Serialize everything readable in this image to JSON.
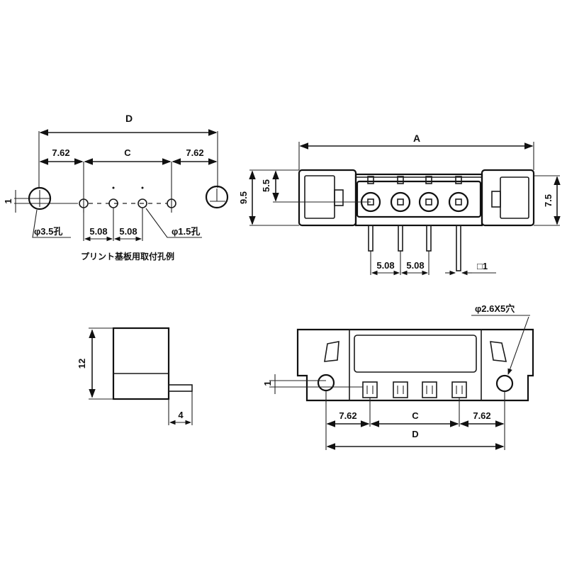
{
  "views": {
    "pcb_layout": {
      "dim_overall": "D",
      "dim_left_offset": "7.62",
      "dim_center": "C",
      "dim_right_offset": "7.62",
      "dim_pitch_1": "5.08",
      "dim_pitch_2": "5.08",
      "mount_hole_label": "φ3.5孔",
      "pin_hole_label": "φ1.5孔",
      "offset_label": "1",
      "caption": "プリント基板用取付孔例"
    },
    "front_view": {
      "dim_overall": "A",
      "dim_height": "9.5",
      "dim_pin_height": "5.5",
      "dim_right_height": "7.5",
      "dim_pitch_1": "5.08",
      "dim_pitch_2": "5.08",
      "pin_size_label": "□1",
      "pin_count": 4
    },
    "side_view": {
      "dim_height": "12",
      "dim_pin_length": "4"
    },
    "bottom_view": {
      "hole_label": "φ2.6X5穴",
      "offset_label": "1",
      "dim_left_offset": "7.62",
      "dim_center": "C",
      "dim_right_offset": "7.62",
      "dim_overall": "D"
    }
  }
}
